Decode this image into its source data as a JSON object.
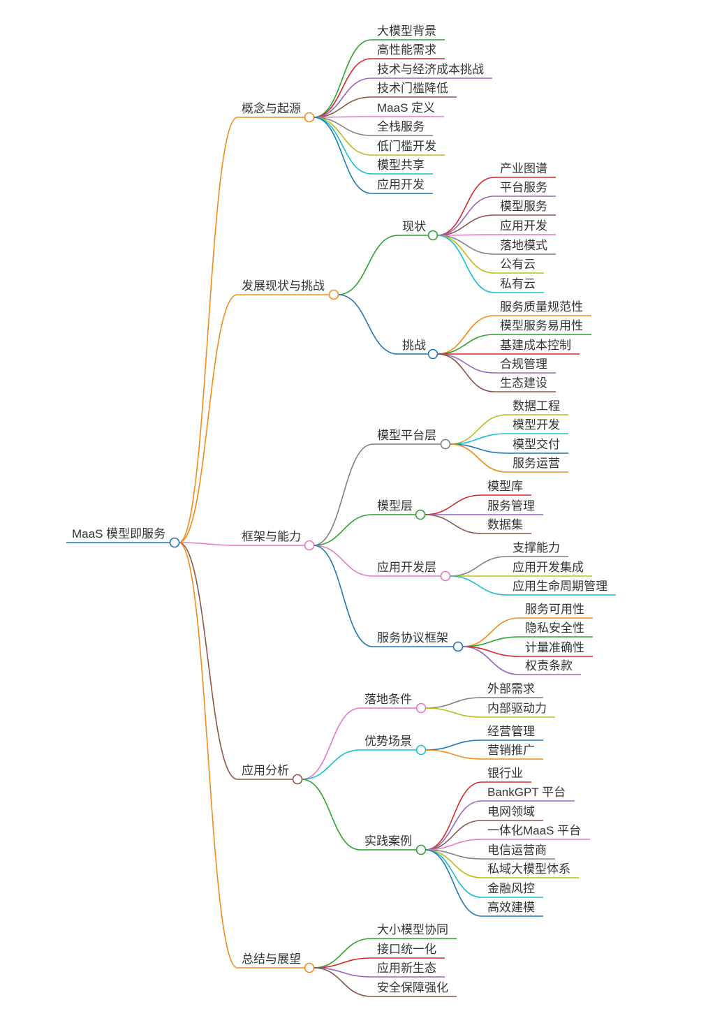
{
  "diagram": {
    "root": {
      "label": "MaaS 模型即服务",
      "children": [
        {
          "label": "概念与起源",
          "color": "#f08c1a",
          "children": [
            {
              "label": "大模型背景",
              "color": "#2ca02c"
            },
            {
              "label": "高性能需求",
              "color": "#d62728"
            },
            {
              "label": "技术与经济成本挑战",
              "color": "#9467bd"
            },
            {
              "label": "技术门槛降低",
              "color": "#8c564b"
            },
            {
              "label": "MaaS 定义",
              "color": "#e377c2"
            },
            {
              "label": "全栈服务",
              "color": "#7f7f7f"
            },
            {
              "label": "低门槛开发",
              "color": "#bcbd22"
            },
            {
              "label": "模型共享",
              "color": "#17becf"
            },
            {
              "label": "应用开发",
              "color": "#1f77b4"
            }
          ]
        },
        {
          "label": "发展现状与挑战",
          "color": "#f08c1a",
          "children": [
            {
              "label": "现状",
              "color": "#2ca02c",
              "children": [
                {
                  "label": "产业图谱",
                  "color": "#d62728"
                },
                {
                  "label": "平台服务",
                  "color": "#9467bd"
                },
                {
                  "label": "模型服务",
                  "color": "#8c564b"
                },
                {
                  "label": "应用开发",
                  "color": "#e377c2"
                },
                {
                  "label": "落地模式",
                  "color": "#7f7f7f"
                },
                {
                  "label": "公有云",
                  "color": "#bcbd22"
                },
                {
                  "label": "私有云",
                  "color": "#17becf"
                }
              ]
            },
            {
              "label": "挑战",
              "color": "#1f77b4",
              "children": [
                {
                  "label": "服务质量规范性",
                  "color": "#f08c1a"
                },
                {
                  "label": "模型服务易用性",
                  "color": "#2ca02c"
                },
                {
                  "label": "基建成本控制",
                  "color": "#d62728"
                },
                {
                  "label": "合规管理",
                  "color": "#9467bd"
                },
                {
                  "label": "生态建设",
                  "color": "#8c564b"
                }
              ]
            }
          ]
        },
        {
          "label": "框架与能力",
          "color": "#e377c2",
          "children": [
            {
              "label": "模型平台层",
              "color": "#7f7f7f",
              "children": [
                {
                  "label": "数据工程",
                  "color": "#bcbd22"
                },
                {
                  "label": "模型开发",
                  "color": "#17becf"
                },
                {
                  "label": "模型交付",
                  "color": "#1f77b4"
                },
                {
                  "label": "服务运营",
                  "color": "#f08c1a"
                }
              ]
            },
            {
              "label": "模型层",
              "color": "#2ca02c",
              "children": [
                {
                  "label": "模型库",
                  "color": "#d62728"
                },
                {
                  "label": "服务管理",
                  "color": "#9467bd"
                },
                {
                  "label": "数据集",
                  "color": "#8c564b"
                }
              ]
            },
            {
              "label": "应用开发层",
              "color": "#e377c2",
              "children": [
                {
                  "label": "支撑能力",
                  "color": "#7f7f7f"
                },
                {
                  "label": "应用开发集成",
                  "color": "#bcbd22"
                },
                {
                  "label": "应用生命周期管理",
                  "color": "#17becf"
                }
              ]
            },
            {
              "label": "服务协议框架",
              "color": "#1f77b4",
              "children": [
                {
                  "label": "服务可用性",
                  "color": "#f08c1a"
                },
                {
                  "label": "隐私安全性",
                  "color": "#2ca02c"
                },
                {
                  "label": "计量准确性",
                  "color": "#d62728"
                },
                {
                  "label": "权责条款",
                  "color": "#9467bd"
                }
              ]
            }
          ]
        },
        {
          "label": "应用分析",
          "color": "#8c564b",
          "children": [
            {
              "label": "落地条件",
              "color": "#e377c2",
              "children": [
                {
                  "label": "外部需求",
                  "color": "#7f7f7f"
                },
                {
                  "label": "内部驱动力",
                  "color": "#bcbd22"
                }
              ]
            },
            {
              "label": "优势场景",
              "color": "#17becf",
              "children": [
                {
                  "label": "经营管理",
                  "color": "#1f77b4"
                },
                {
                  "label": "营销推广",
                  "color": "#f08c1a"
                }
              ]
            },
            {
              "label": "实践案例",
              "color": "#2ca02c",
              "children": [
                {
                  "label": "银行业",
                  "color": "#d62728"
                },
                {
                  "label": "BankGPT 平台",
                  "color": "#9467bd"
                },
                {
                  "label": "电网领域",
                  "color": "#8c564b"
                },
                {
                  "label": "一体化MaaS 平台",
                  "color": "#e377c2"
                },
                {
                  "label": "电信运营商",
                  "color": "#7f7f7f"
                },
                {
                  "label": "私域大模型体系",
                  "color": "#bcbd22"
                },
                {
                  "label": "金融风控",
                  "color": "#17becf"
                },
                {
                  "label": "高效建模",
                  "color": "#1f77b4"
                }
              ]
            }
          ]
        },
        {
          "label": "总结与展望",
          "color": "#f08c1a",
          "children": [
            {
              "label": "大小模型协同",
              "color": "#2ca02c"
            },
            {
              "label": "接口统一化",
              "color": "#d62728"
            },
            {
              "label": "应用新生态",
              "color": "#9467bd"
            },
            {
              "label": "安全保障强化",
              "color": "#8c564b"
            }
          ]
        }
      ]
    }
  }
}
